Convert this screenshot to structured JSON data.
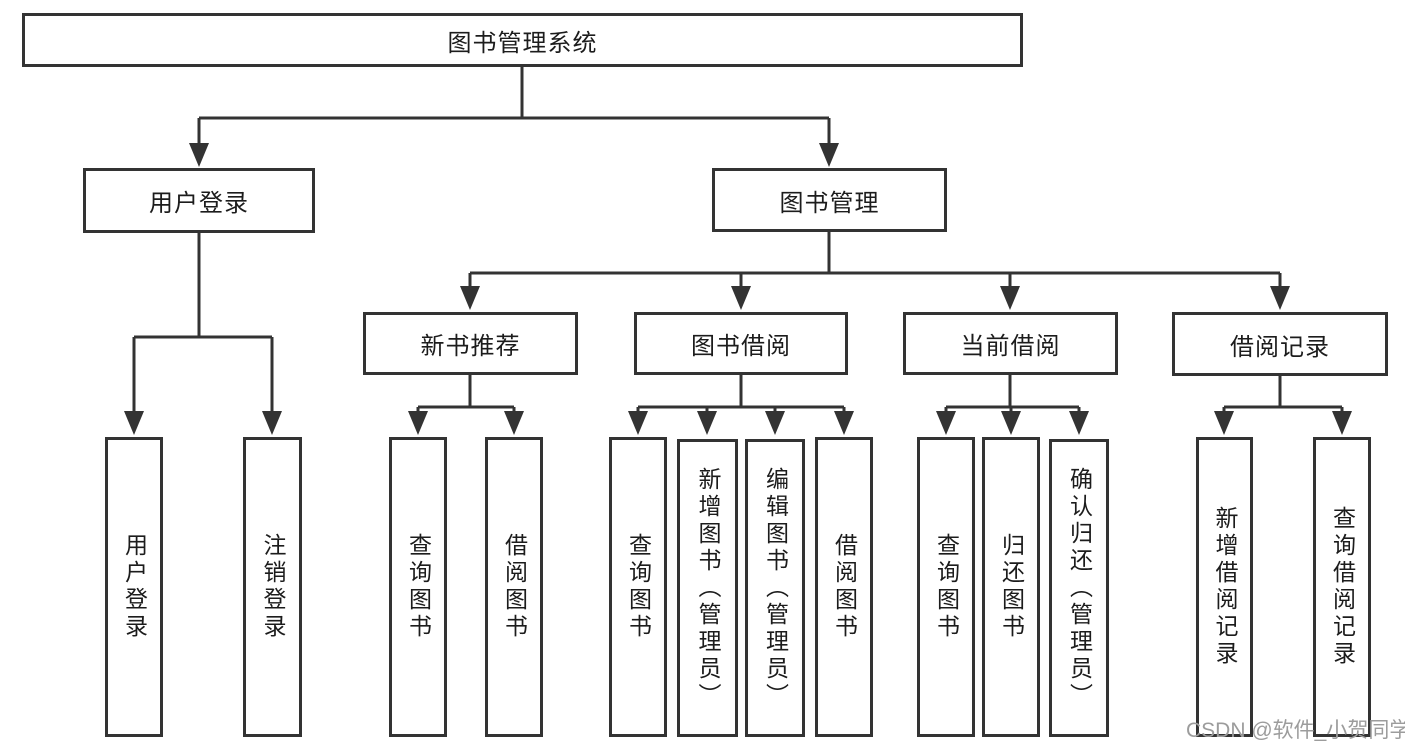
{
  "diagram": {
    "title": "图书管理系统",
    "root": {
      "label": "图书管理系统"
    },
    "level2": [
      {
        "id": "user-login",
        "label": "用户登录"
      },
      {
        "id": "book-management",
        "label": "图书管理"
      }
    ],
    "level3": [
      {
        "id": "new-book-recommend",
        "label": "新书推荐"
      },
      {
        "id": "book-borrowing",
        "label": "图书借阅"
      },
      {
        "id": "current-borrowing",
        "label": "当前借阅"
      },
      {
        "id": "borrow-records",
        "label": "借阅记录"
      }
    ],
    "leaves": [
      {
        "parent": "user-login",
        "label": "用户登录"
      },
      {
        "parent": "user-login",
        "label": "注销登录"
      },
      {
        "parent": "new-book-recommend",
        "label": "查询图书"
      },
      {
        "parent": "new-book-recommend",
        "label": "借阅图书"
      },
      {
        "parent": "book-borrowing",
        "label": "查询图书"
      },
      {
        "parent": "book-borrowing",
        "label": "新增图书（管理员）"
      },
      {
        "parent": "book-borrowing",
        "label": "编辑图书（管理员）"
      },
      {
        "parent": "book-borrowing",
        "label": "借阅图书"
      },
      {
        "parent": "current-borrowing",
        "label": "查询图书"
      },
      {
        "parent": "current-borrowing",
        "label": "归还图书"
      },
      {
        "parent": "current-borrowing",
        "label": "确认归还（管理员）"
      },
      {
        "parent": "borrow-records",
        "label": "新增借阅记录"
      },
      {
        "parent": "borrow-records",
        "label": "查询借阅记录"
      }
    ]
  },
  "watermark": {
    "text": "CSDN @软件_小贺同学"
  },
  "colors": {
    "line": "#333333",
    "text": "#1c1c1c",
    "watermark": "#9c9c9c",
    "background": "#ffffff"
  }
}
